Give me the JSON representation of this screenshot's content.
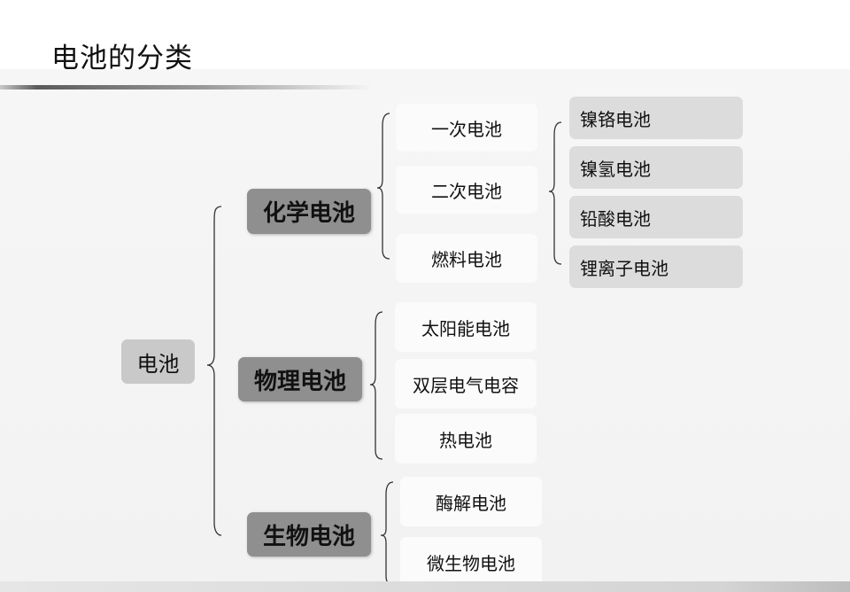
{
  "title": "电池的分类",
  "root": "电池",
  "categories": [
    {
      "label": "化学电池",
      "children": [
        "一次电池",
        "二次电池",
        "燃料电池"
      ],
      "sub_children": [
        "镍铬电池",
        "镍氢电池",
        "铅酸电池",
        "锂离子电池"
      ]
    },
    {
      "label": "物理电池",
      "children": [
        "太阳能电池",
        "双层电气电容",
        "热电池"
      ]
    },
    {
      "label": "生物电池",
      "children": [
        "酶解电池",
        "微生物电池"
      ]
    }
  ]
}
